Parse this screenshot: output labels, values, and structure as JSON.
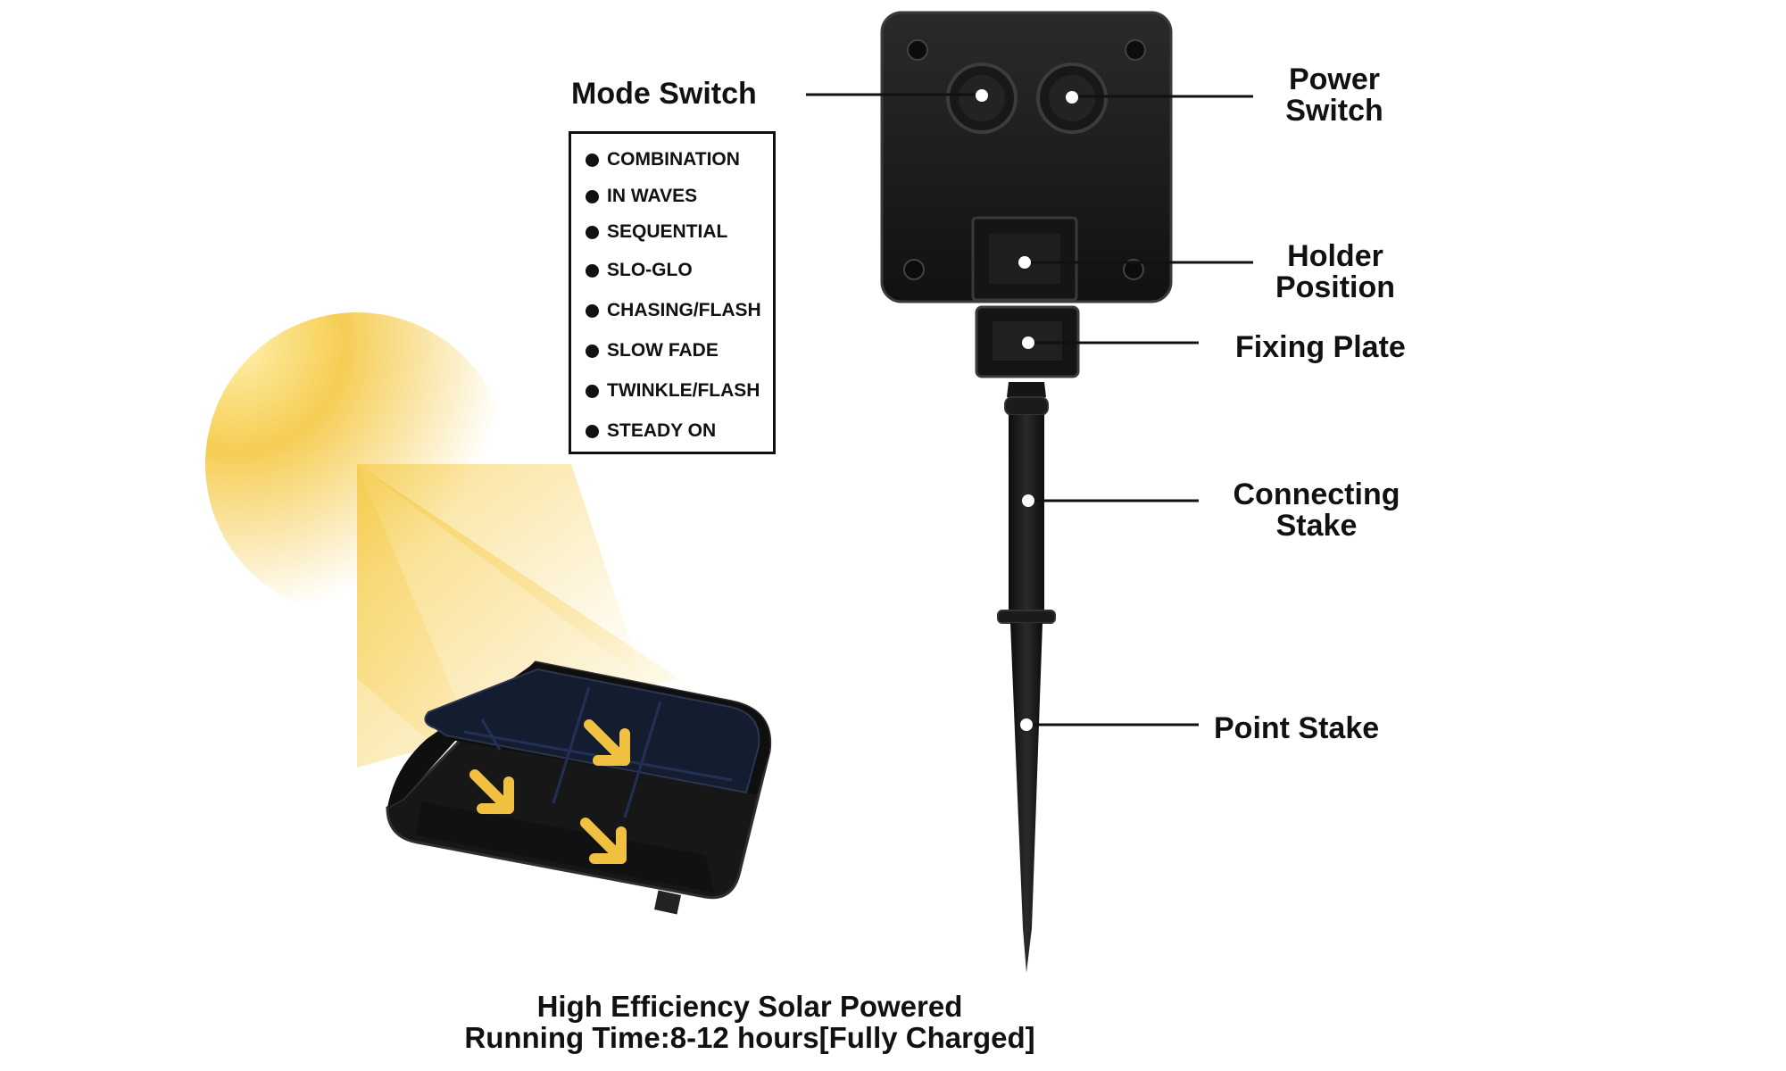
{
  "labels": {
    "mode_switch": "Mode Switch",
    "power_switch": [
      "Power",
      "Switch"
    ],
    "holder_position": [
      "Holder",
      "Position"
    ],
    "fixing_plate": "Fixing Plate",
    "connecting_stake": [
      "Connecting",
      "Stake"
    ],
    "point_stake": "Point Stake"
  },
  "modes": [
    "COMBINATION",
    "IN WAVES",
    "SEQUENTIAL",
    "SLO-GLO",
    "CHASING/FLASH",
    "SLOW FADE",
    "TWINKLE/FLASH",
    "STEADY ON"
  ],
  "footer": {
    "line1": "High Efficiency Solar Powered",
    "line2": "Running Time:8-12 hours[Fully Charged]"
  },
  "colors": {
    "device": "#1a1a1a",
    "sun": "#f5c842",
    "arrow": "#f0c040",
    "panel": "#141c30"
  }
}
